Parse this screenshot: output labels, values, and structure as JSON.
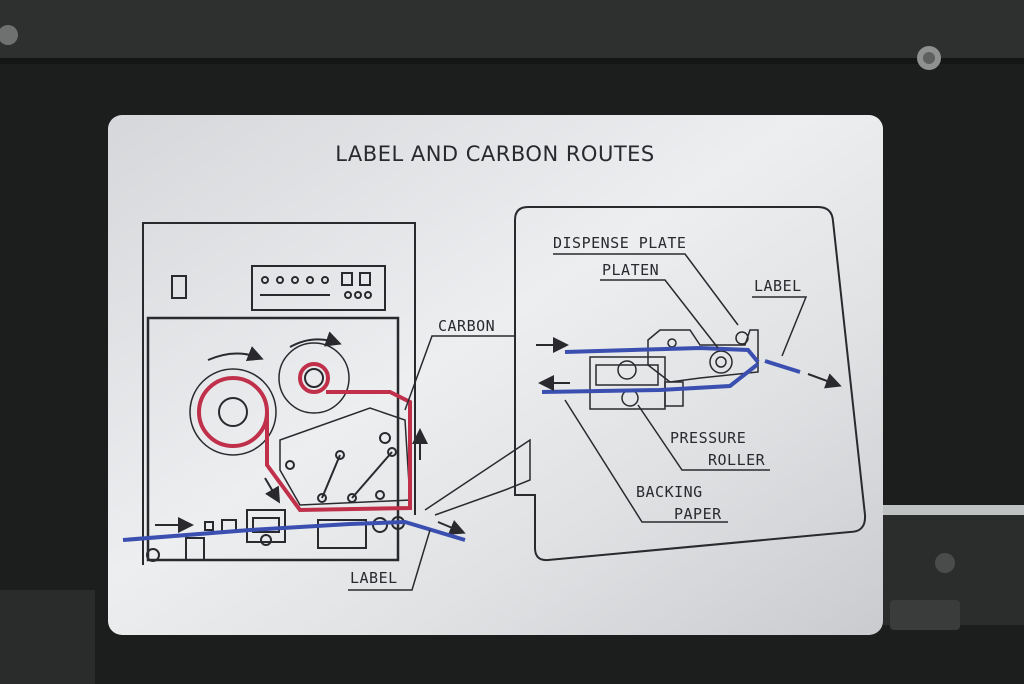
{
  "plate": {
    "title": "LABEL AND CARBON ROUTES"
  },
  "left_diagram": {
    "carbon_label": "CARBON",
    "label_label": "LABEL"
  },
  "right_diagram": {
    "dispense_plate": "DISPENSE PLATE",
    "platen": "PLATEN",
    "label": "LABEL",
    "pressure": "PRESSURE",
    "roller": "ROLLER",
    "backing": "BACKING",
    "paper": "PAPER"
  },
  "colors": {
    "carbon_route": "#c0304a",
    "label_route": "#3a4fb0",
    "ink": "#2a2a2e",
    "plate": "#dcdde0",
    "housing": "#1c1e1d"
  },
  "icons": [
    "rotation-arrow-icon",
    "flow-arrow-icon",
    "screw-icon"
  ]
}
